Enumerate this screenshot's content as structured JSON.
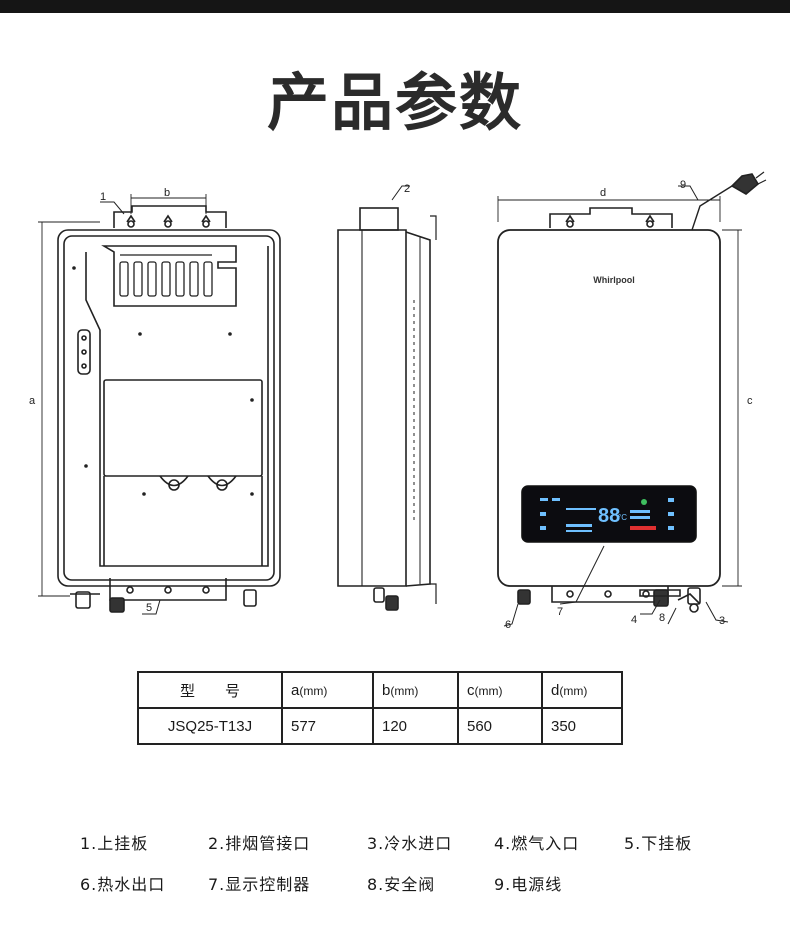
{
  "title": "产品参数",
  "brand": "Whirlpool",
  "display": {
    "temperature": "88",
    "unit": "°C"
  },
  "callouts": [
    "1",
    "2",
    "3",
    "4",
    "5",
    "6",
    "7",
    "8",
    "9"
  ],
  "dimension_labels": {
    "a": "a",
    "b": "b",
    "c": "c",
    "d": "d"
  },
  "spec_table": {
    "header": {
      "model_label": "型　　号",
      "a": "a",
      "a_unit": "(mm)",
      "b": "b",
      "b_unit": "(mm)",
      "c": "c",
      "c_unit": "(mm)",
      "d": "d",
      "d_unit": "(mm)"
    },
    "row": {
      "model": "JSQ25-T13J",
      "a": "577",
      "b": "120",
      "c": "560",
      "d": "350"
    }
  },
  "legend": [
    "1.上挂板",
    "2.排烟管接口",
    "3.冷水进口",
    "4.燃气入口",
    "5.下挂板",
    "6.热水出口",
    "7.显示控制器",
    "8.安全阀",
    "9.电源线"
  ],
  "colors": {
    "topbar": "#151515",
    "line": "#222222",
    "panel": "#0c0c10",
    "display_blue": "#6fc0ff",
    "display_red": "#e03030",
    "display_green": "#3fbf5f"
  }
}
